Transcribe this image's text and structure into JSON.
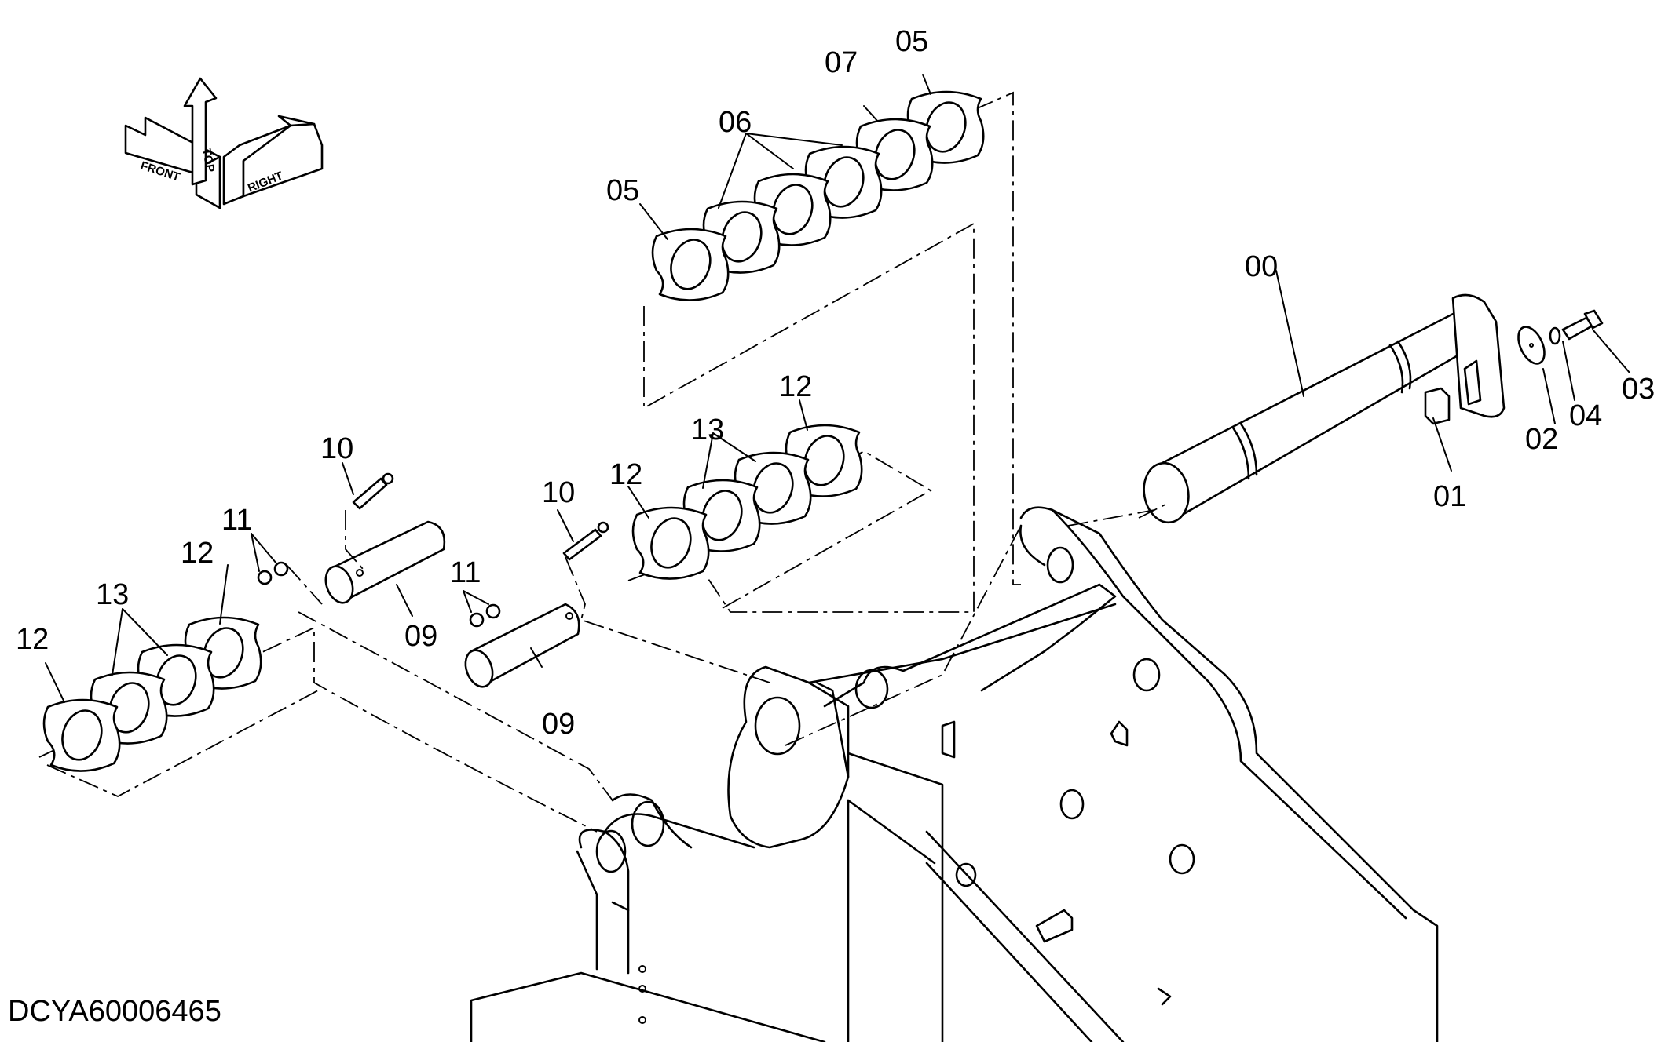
{
  "orientation": {
    "front": "FRONT",
    "top": "TOP",
    "right": "RIGHT"
  },
  "callouts": {
    "c00": "00",
    "c01": "01",
    "c02": "02",
    "c03": "03",
    "c04": "04",
    "c05a": "05",
    "c05b": "05",
    "c06": "06",
    "c07": "07",
    "c09a": "09",
    "c09b": "09",
    "c10a": "10",
    "c10b": "10",
    "c11a": "11",
    "c11b": "11",
    "c12a": "12",
    "c12b": "12",
    "c12c": "12",
    "c12d": "12",
    "c13a": "13",
    "c13b": "13"
  },
  "drawing_code": "DCYA60006465"
}
